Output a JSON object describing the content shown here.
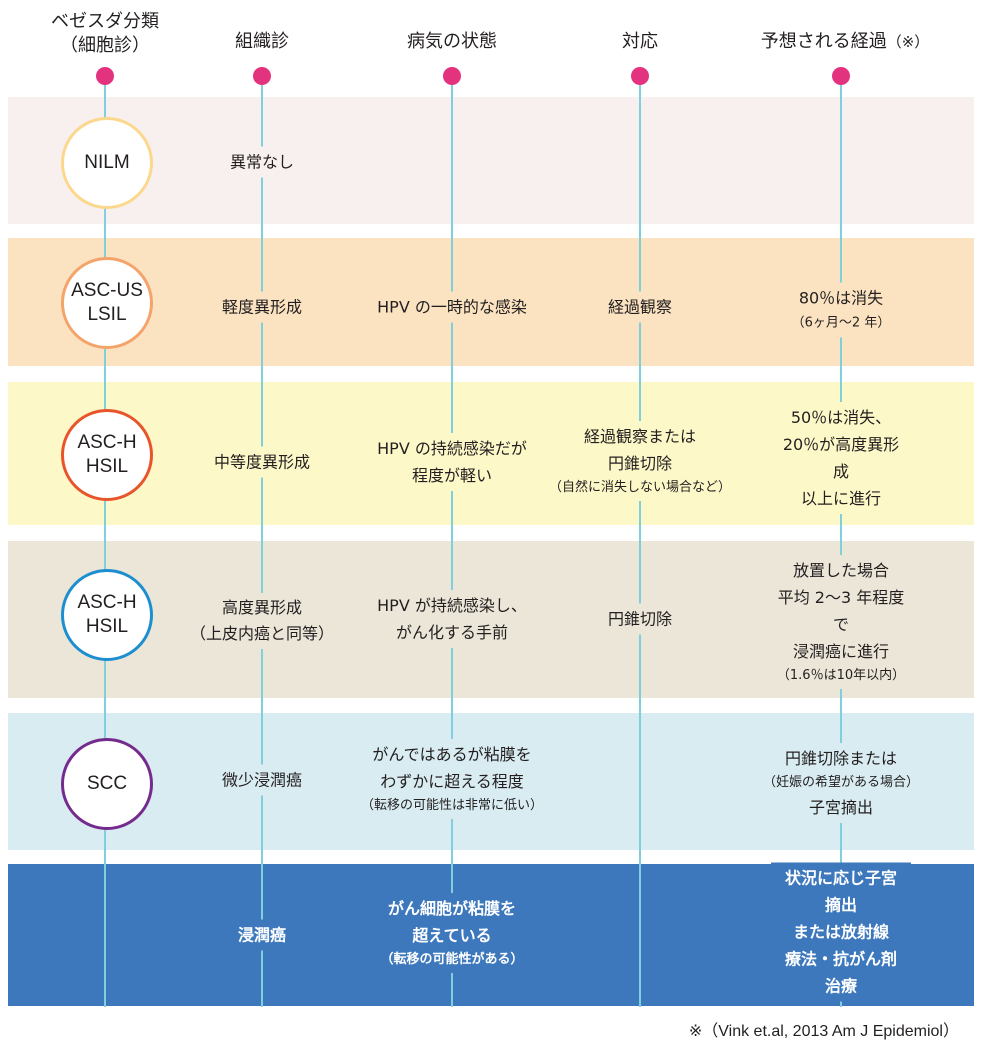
{
  "headers": {
    "bethesda_line1": "ベゼスダ分類",
    "bethesda_line2": "（細胞診）",
    "histology": "組織診",
    "disease_state": "病気の状態",
    "response": "対応",
    "expected_course": "予想される経過",
    "expected_course_mark": "（※）"
  },
  "colors": {
    "dot": "#e3337f",
    "line": "#7fcfdc",
    "band_nilm": "#f8f0ee",
    "band_ascus": "#fbe3c1",
    "band_asch": "#fdf8c8",
    "band_hsil": "#ebe6d8",
    "band_scc": "#d8ecf1",
    "band_invasive": "#3d78bd"
  },
  "rows": [
    {
      "bethesda": "NILM",
      "circle_color": "#fcd88d",
      "histology": "異常なし",
      "disease": "",
      "disease_note": "",
      "response": "",
      "response_note": "",
      "course": "",
      "course_note": ""
    },
    {
      "bethesda": "ASC-US\nLSIL",
      "circle_color": "#f4a46a",
      "histology": "軽度異形成",
      "disease": "HPV の一時的な感染",
      "disease_note": "",
      "response": "経過観察",
      "response_note": "",
      "course": "80％は消失",
      "course_note": "（6ヶ月〜2 年）"
    },
    {
      "bethesda": "ASC-H\nHSIL",
      "circle_color": "#e8552a",
      "histology": "中等度異形成",
      "disease": "HPV の持続感染だが\n程度が軽い",
      "disease_note": "",
      "response": "経過観察または\n円錐切除",
      "response_note": "（自然に消失しない場合など）",
      "course": "50％は消失、\n20％が高度異形成\n以上に進行",
      "course_note": ""
    },
    {
      "bethesda": "ASC-H\nHSIL",
      "circle_color": "#1d8ecf",
      "histology": "高度異形成\n（上皮内癌と同等）",
      "disease": "HPV が持続感染し、\nがん化する手前",
      "disease_note": "",
      "response": "円錐切除",
      "response_note": "",
      "course": "放置した場合\n平均 2〜3 年程度で\n浸潤癌に進行",
      "course_note": "（1.6％は10年以内）"
    },
    {
      "bethesda": "SCC",
      "circle_color": "#752a8e",
      "histology": "微少浸潤癌",
      "disease": "がんではあるが粘膜を\nわずかに超える程度",
      "disease_note": "（転移の可能性は非常に低い）",
      "response": "",
      "response_note": "",
      "course": "円錐切除または",
      "course_note": "（妊娠の希望がある場合）",
      "course_tail": "子宮摘出"
    },
    {
      "bethesda": "",
      "circle_color": "",
      "histology": "浸潤癌",
      "disease": "がん細胞が粘膜を\n超えている",
      "disease_note": "（転移の可能性がある）",
      "response": "",
      "response_note": "",
      "course": "状況に応じ子宮摘出\nまたは放射線\n療法・抗がん剤治療",
      "course_note": ""
    }
  ],
  "footnote": "※（Vink et.al, 2013 Am J Epidemiol）"
}
